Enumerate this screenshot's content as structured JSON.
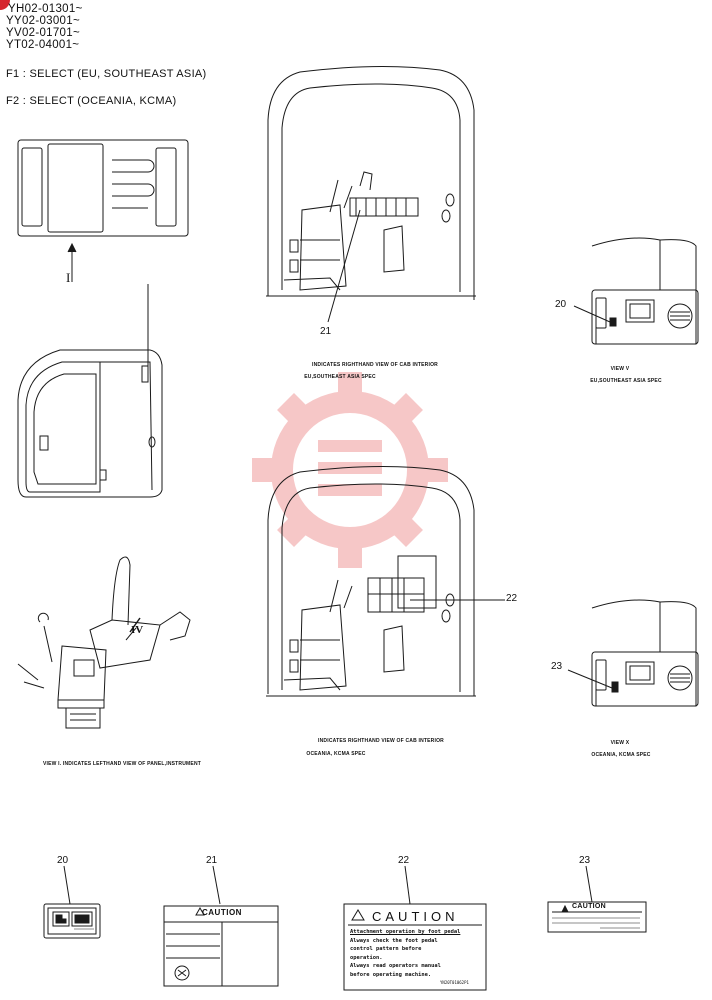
{
  "serials": [
    "YH02-01301~",
    "YY02-03001~",
    "YV02-01701~",
    "YT02-04001~"
  ],
  "footnotes": [
    "F1 :  SELECT (EU, SOUTHEAST ASIA)",
    "F2 :  SELECT (OCEANIA, KCMA)"
  ],
  "view_marker": "I",
  "view_iv_marker": "IV",
  "captions": {
    "cab_top_1": "INDICATES RIGHTHAND VIEW OF CAB INTERIOR",
    "cab_top_2": "EU,SOUTHEAST ASIA SPEC",
    "view_v_1": "VIEW V",
    "view_v_2": "EU,SOUTHEAST ASIA SPEC",
    "cab_bottom_1": "INDICATES RIGHTHAND VIEW OF CAB INTERIOR",
    "cab_bottom_2": "OCEANIA, KCMA SPEC",
    "view_x_1": "VIEW X",
    "view_x_2": "OCEANIA, KCMA SPEC",
    "view_left": "VIEW I.  INDICATES LEFTHAND VIEW OF PANEL,INSTRUMENT"
  },
  "callouts": {
    "c20_view": "20",
    "c21_view": "21",
    "c22_view": "22",
    "c23_view": "23"
  },
  "parts": [
    {
      "number": "20"
    },
    {
      "number": "21"
    },
    {
      "number": "22"
    },
    {
      "number": "23"
    }
  ],
  "labels": {
    "l21_title": "CAUTION",
    "l22_title": "CAUTION",
    "l22_lines": [
      "Attachment operation by foot pedal",
      "Always check the foot pedal",
      "control pattern before",
      "operation.",
      "Always read operators manual",
      "before operating machine."
    ],
    "l22_code": "YN20T01062P1",
    "l23_title": "CAUTION"
  },
  "colors": {
    "line": "#1a1a1a",
    "watermark": "#e23b3b",
    "badge": "#d6262e"
  }
}
